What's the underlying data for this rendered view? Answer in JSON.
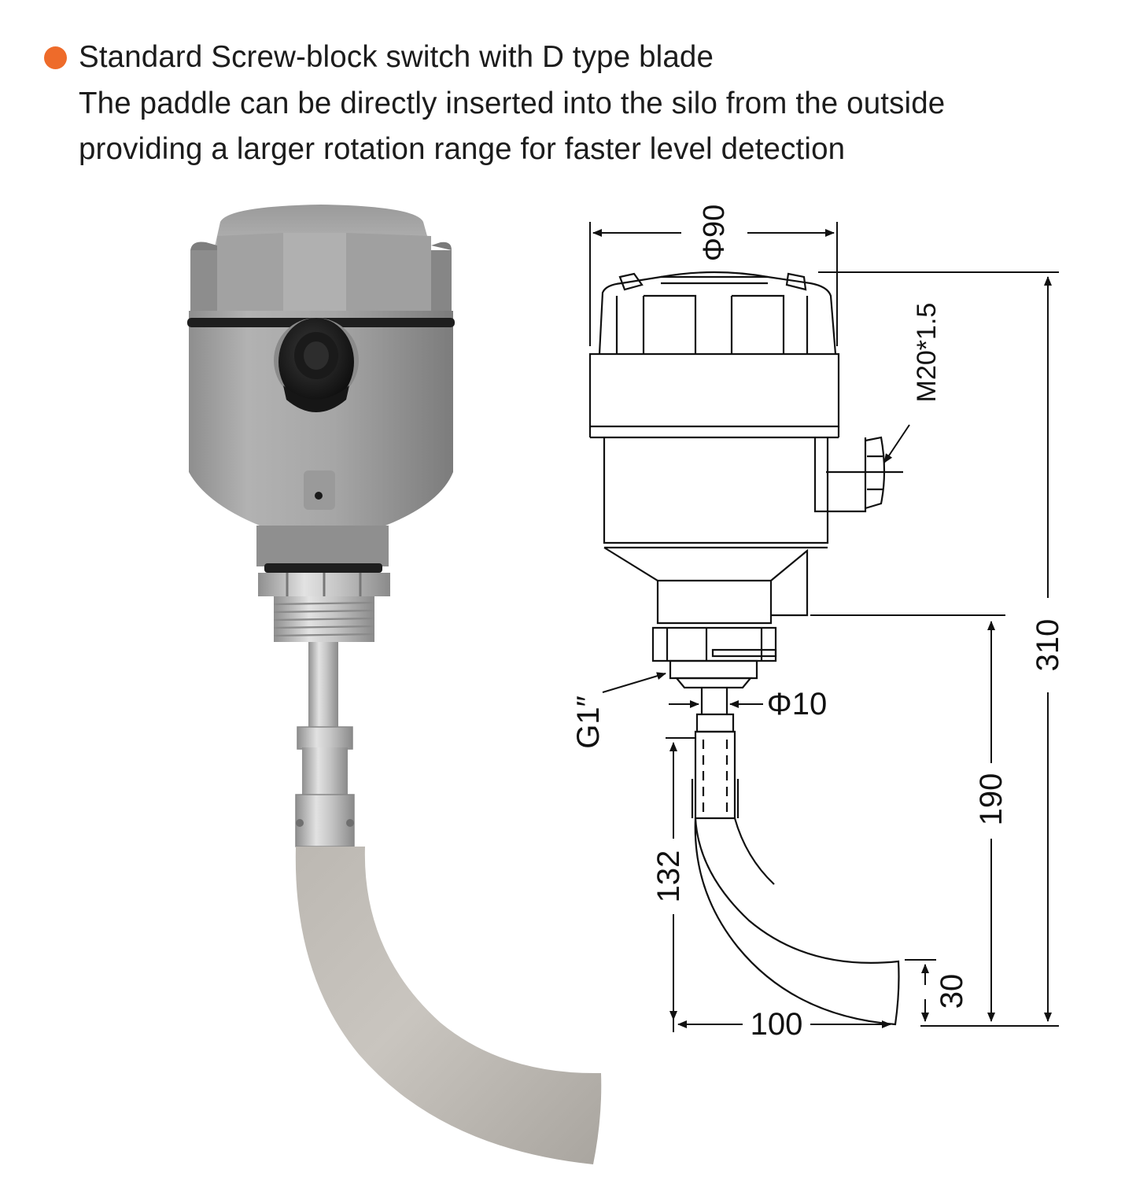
{
  "heading": {
    "line1": "Standard Screw-block switch with D type blade",
    "line2": "The paddle can be directly inserted into the silo from the outside",
    "line3": "providing a larger rotation range for faster level detection"
  },
  "dimensions": {
    "housing_diameter": "Φ90",
    "cable_gland_thread": "M20*1.5",
    "total_height": "310",
    "insertion_length": "190",
    "blade_vertical": "132",
    "blade_width": "100",
    "blade_tip_height": "30",
    "shaft_diameter": "Φ10",
    "process_thread": "G1″"
  },
  "colors": {
    "bullet": "#ee6b2a",
    "housing_gray": "#9c9c9c",
    "steel": "#b8b4ae",
    "drawing_line": "#111111"
  }
}
